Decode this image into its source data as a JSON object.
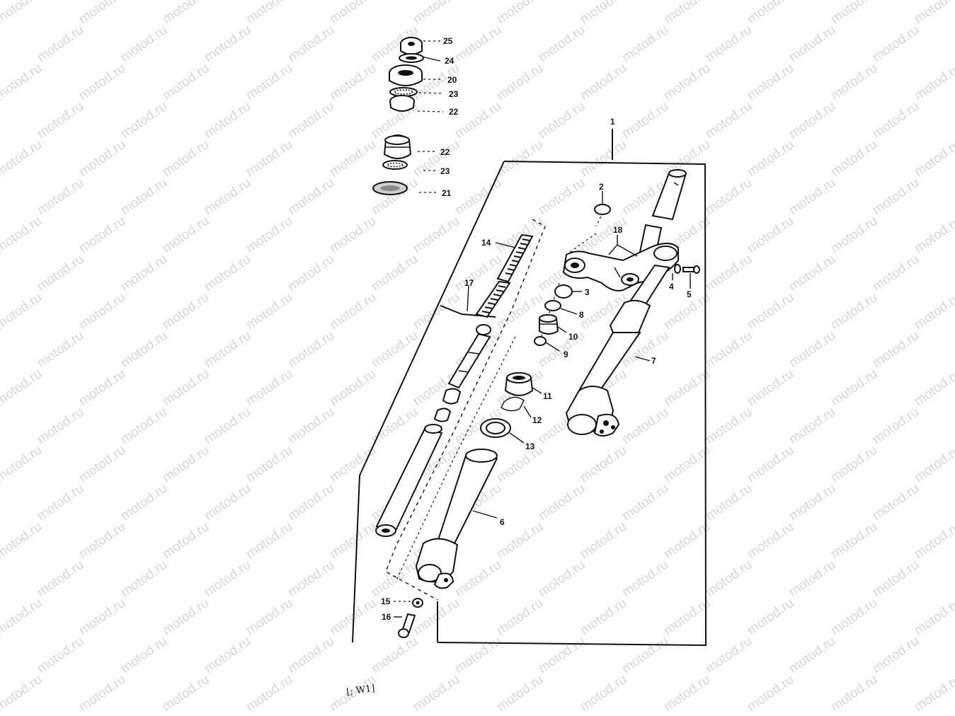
{
  "watermark": {
    "text": "motod.ru"
  },
  "callouts": {
    "c1": "1",
    "c2": "2",
    "c3": "3",
    "c4": "4",
    "c5": "5",
    "c6": "6",
    "c7": "7",
    "c8": "8",
    "c9": "9",
    "c10": "10",
    "c11": "11",
    "c12": "12",
    "c13": "13",
    "c14": "14",
    "c15": "15",
    "c16": "16",
    "c17": "17",
    "c18": "18",
    "c20": "20",
    "c21": "21",
    "c22a": "22",
    "c22b": "22",
    "c23a": "23",
    "c23b": "23",
    "c24": "24",
    "c25": "25"
  },
  "footnote": {
    "text": "⌊; W1⌋"
  }
}
